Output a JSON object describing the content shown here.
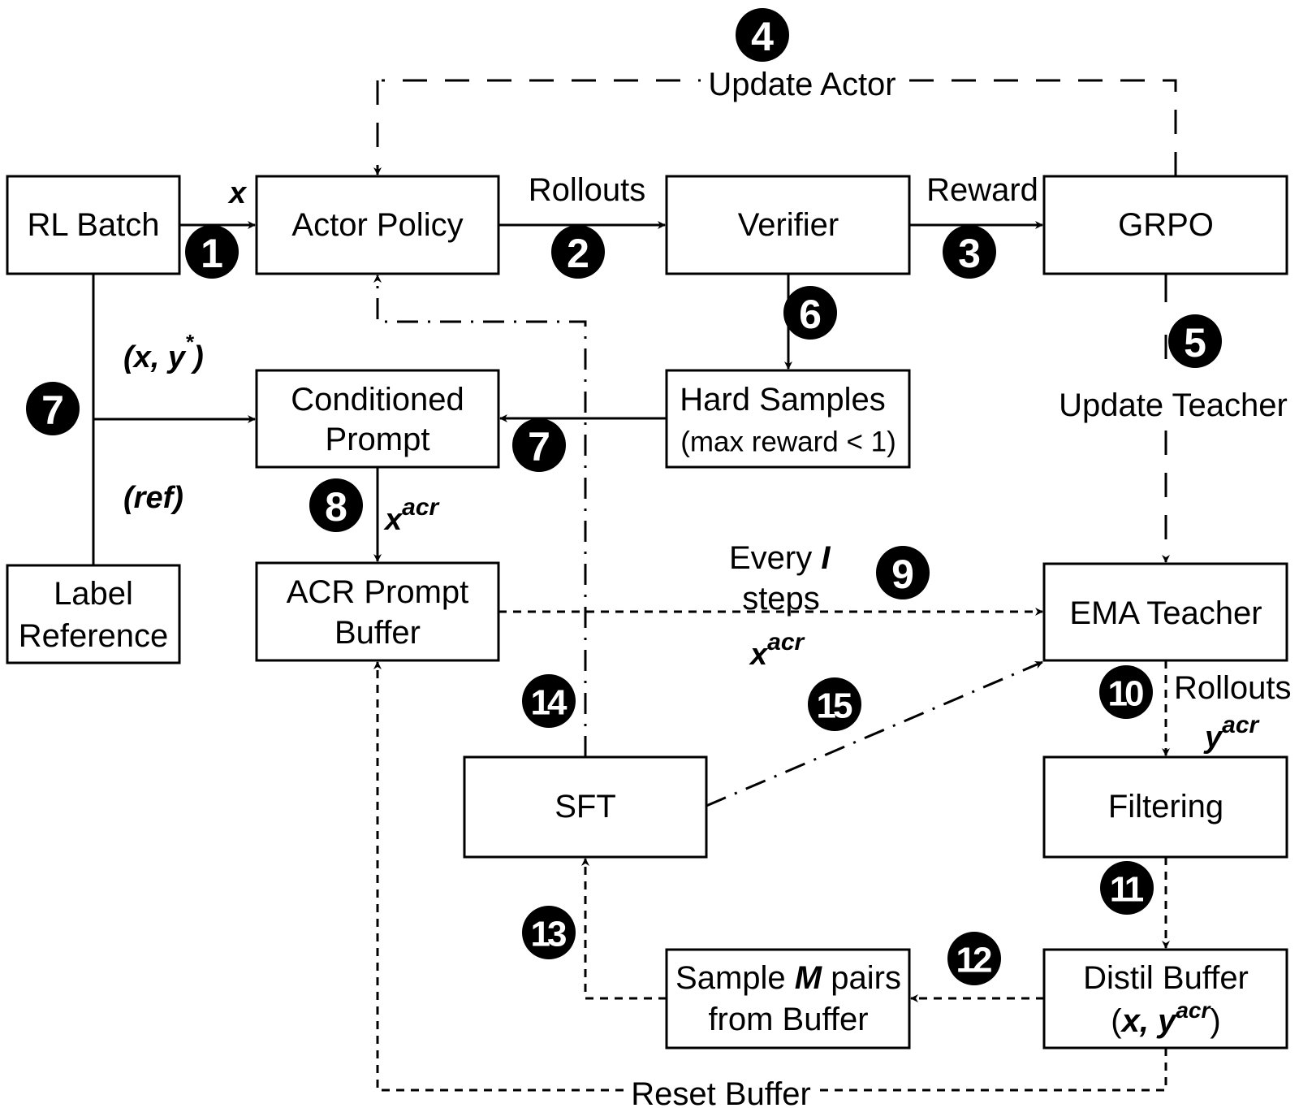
{
  "nodes": {
    "rl_batch": "RL Batch",
    "actor_policy": "Actor Policy",
    "verifier": "Verifier",
    "grpo": "GRPO",
    "conditioned_prompt": [
      "Conditioned",
      "Prompt"
    ],
    "hard_samples": [
      "Hard Samples",
      "(max reward < 1)"
    ],
    "label_reference": [
      "Label",
      "Reference"
    ],
    "acr_prompt_buffer": [
      "ACR Prompt",
      "Buffer"
    ],
    "ema_teacher": "EMA Teacher",
    "sft": "SFT",
    "filtering": "Filtering",
    "sample_pairs": {
      "line1_a": "Sample ",
      "line1_m": "M",
      "line1_b": " pairs",
      "line2": "from Buffer"
    },
    "distil_buffer": {
      "line1": "Distil Buffer",
      "line2_open": "(",
      "line2_x": "x, y",
      "line2_sup": "acr",
      "line2_close": ")"
    }
  },
  "edge_labels": {
    "x": "x",
    "rollouts": "Rollouts",
    "reward": "Reward",
    "update_actor": "Update Actor",
    "update_teacher": "Update Teacher",
    "x_ystar": {
      "open": "(",
      "body": "x, y",
      "sup": "*",
      "close": ")"
    },
    "ref": "(ref)",
    "x_acr_8": {
      "base": "x",
      "sup": "acr"
    },
    "every_steps": {
      "every": "Every ",
      "var": "I",
      "steps": "steps"
    },
    "x_acr_9": {
      "base": "x",
      "sup": "acr"
    },
    "rollouts_10": "Rollouts",
    "y_acr_10": {
      "base": "y",
      "sup": "acr"
    },
    "reset_buffer": "Reset Buffer"
  },
  "badges": [
    "1",
    "2",
    "3",
    "4",
    "5",
    "6",
    "7",
    "7",
    "8",
    "9",
    "10",
    "11",
    "12",
    "13",
    "14",
    "15"
  ]
}
